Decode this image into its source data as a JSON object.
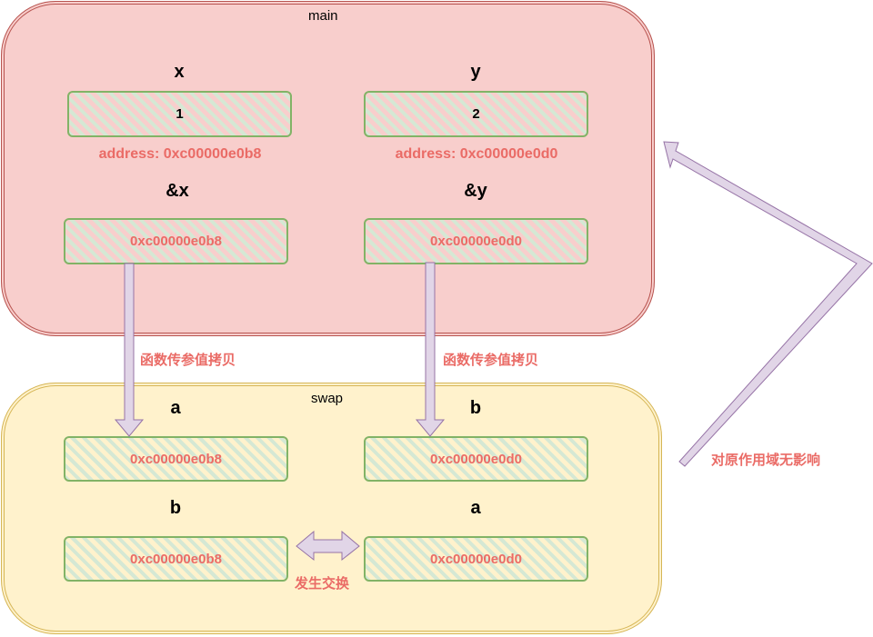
{
  "colors": {
    "main_fill": "#f8cecc",
    "main_stroke": "#b85450",
    "swap_fill": "#fff2cc",
    "swap_stroke": "#d6b656",
    "box_stroke": "#82b366",
    "hatch": "#d5e8d4",
    "arrow_fill": "#e1d5e7",
    "arrow_stroke": "#9673a6",
    "note_text": "#ea6b66"
  },
  "main": {
    "title": "main",
    "x": {
      "label": "x",
      "value": "1",
      "address": "address: 0xc00000e0b8"
    },
    "y": {
      "label": "y",
      "value": "2",
      "address": "address: 0xc00000e0d0"
    },
    "px": {
      "label": "&x",
      "value": "0xc00000e0b8"
    },
    "py": {
      "label": "&y",
      "value": "0xc00000e0d0"
    }
  },
  "arrows": {
    "copy_left": "函数传参值拷贝",
    "copy_right": "函数传参值拷贝",
    "no_effect": "对原作用域无影响",
    "swap": "发生交换"
  },
  "swap": {
    "title": "swap",
    "before": [
      {
        "label": "a",
        "value": "0xc00000e0b8"
      },
      {
        "label": "b",
        "value": "0xc00000e0d0"
      }
    ],
    "after": [
      {
        "label": "b",
        "value": "0xc00000e0b8"
      },
      {
        "label": "a",
        "value": "0xc00000e0d0"
      }
    ]
  }
}
